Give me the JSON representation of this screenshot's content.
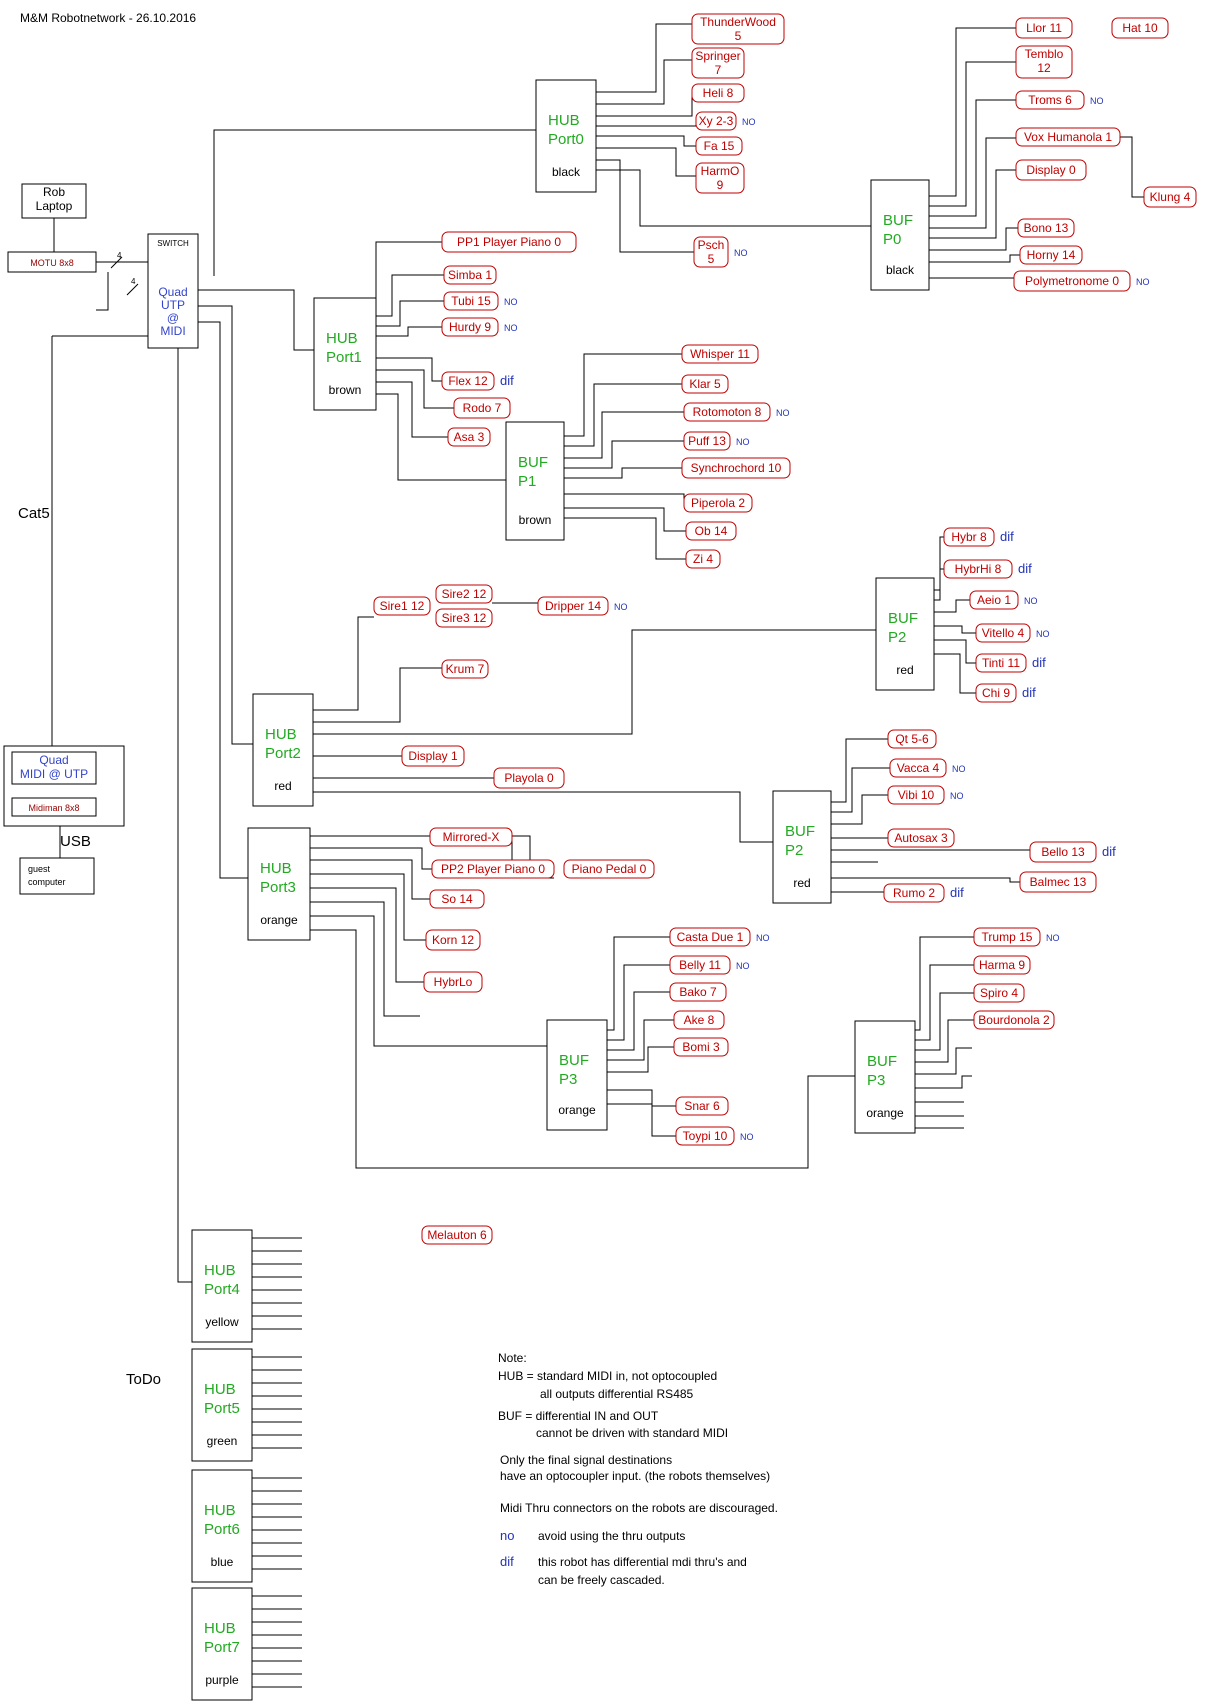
{
  "title": "M&M Robotnetwork -   26.10.2016",
  "devices": {
    "rob_laptop": "Rob\nLaptop",
    "motu": "MOTU 8x8",
    "switch_label": "SWITCH",
    "switch_name": "Quad\nUTP\n@\nMIDI",
    "quad_midi": "Quad\nMIDI @ UTP",
    "midiman": "Midiman 8x8",
    "guest": "guest\ncomputer",
    "cat5": "Cat5",
    "usb": "USB",
    "todo": "ToDo",
    "four_a": "4",
    "four_b": "4"
  },
  "hubs": [
    {
      "id": "hub0",
      "name": "HUB\nPort0",
      "color": "black"
    },
    {
      "id": "hub1",
      "name": "HUB\nPort1",
      "color": "brown"
    },
    {
      "id": "hub2",
      "name": "HUB\nPort2",
      "color": "red"
    },
    {
      "id": "hub3",
      "name": "HUB\nPort3",
      "color": "orange"
    },
    {
      "id": "hub4",
      "name": "HUB\nPort4",
      "color": "yellow"
    },
    {
      "id": "hub5",
      "name": "HUB\nPort5",
      "color": "green"
    },
    {
      "id": "hub6",
      "name": "HUB\nPort6",
      "color": "blue"
    },
    {
      "id": "hub7",
      "name": "HUB\nPort7",
      "color": "purple"
    }
  ],
  "bufs": [
    {
      "id": "bufp0",
      "name": "BUF\nP0",
      "color": "black"
    },
    {
      "id": "bufp1",
      "name": "BUF\nP1",
      "color": "brown"
    },
    {
      "id": "bufp2a",
      "name": "BUF\nP2",
      "color": "red"
    },
    {
      "id": "bufp2b",
      "name": "BUF\nP2",
      "color": "red"
    },
    {
      "id": "bufp3a",
      "name": "BUF\nP3",
      "color": "orange"
    },
    {
      "id": "bufp3b",
      "name": "BUF\nP3",
      "color": "orange"
    }
  ],
  "robots": [
    {
      "id": "thunderwood",
      "label": "ThunderWood\n5"
    },
    {
      "id": "springer",
      "label": "Springer\n7"
    },
    {
      "id": "heli",
      "label": "Heli 8"
    },
    {
      "id": "xy",
      "label": "Xy 2-3",
      "qual": "NO"
    },
    {
      "id": "fa",
      "label": "Fa 15"
    },
    {
      "id": "harmo",
      "label": "HarmO\n9"
    },
    {
      "id": "psch",
      "label": "Psch\n5",
      "qual": "NO"
    },
    {
      "id": "llor",
      "label": "Llor 11"
    },
    {
      "id": "hat",
      "label": "Hat 10"
    },
    {
      "id": "temblo",
      "label": "Temblo\n12"
    },
    {
      "id": "troms",
      "label": "Troms 6",
      "qual": "NO"
    },
    {
      "id": "vox",
      "label": "Vox Humanola 1"
    },
    {
      "id": "display0",
      "label": "Display 0"
    },
    {
      "id": "klung",
      "label": "Klung 4"
    },
    {
      "id": "bono",
      "label": "Bono 13"
    },
    {
      "id": "horny",
      "label": "Horny 14"
    },
    {
      "id": "polymetronome",
      "label": "Polymetronome 0",
      "qual": "NO"
    },
    {
      "id": "pp1",
      "label": "PP1 Player Piano 0"
    },
    {
      "id": "simba",
      "label": "Simba 1"
    },
    {
      "id": "tubi",
      "label": "Tubi 15",
      "qual": "NO"
    },
    {
      "id": "hurdy",
      "label": "Hurdy 9",
      "qual": "NO"
    },
    {
      "id": "flex",
      "label": "Flex 12",
      "qual": "dif"
    },
    {
      "id": "rodo",
      "label": "Rodo 7"
    },
    {
      "id": "asa",
      "label": "Asa 3"
    },
    {
      "id": "whisper",
      "label": "Whisper 11"
    },
    {
      "id": "klar",
      "label": "Klar 5"
    },
    {
      "id": "rotomoton",
      "label": "Rotomoton 8",
      "qual": "NO"
    },
    {
      "id": "puff",
      "label": "Puff 13",
      "qual": "NO"
    },
    {
      "id": "synchrochord",
      "label": "Synchrochord 10"
    },
    {
      "id": "piperola",
      "label": "Piperola 2"
    },
    {
      "id": "ob",
      "label": "Ob 14"
    },
    {
      "id": "zi",
      "label": "Zi 4"
    },
    {
      "id": "sire1",
      "label": "Sire1 12"
    },
    {
      "id": "sire2",
      "label": "Sire2 12"
    },
    {
      "id": "sire3",
      "label": "Sire3 12"
    },
    {
      "id": "dripper",
      "label": "Dripper 14",
      "qual": "NO"
    },
    {
      "id": "krum",
      "label": "Krum 7"
    },
    {
      "id": "display1",
      "label": "Display 1"
    },
    {
      "id": "playola",
      "label": "Playola 0"
    },
    {
      "id": "hybr",
      "label": "Hybr 8",
      "qual": "dif"
    },
    {
      "id": "hybrhi",
      "label": "HybrHi 8",
      "qual": "dif"
    },
    {
      "id": "aeio",
      "label": "Aeio 1",
      "qual": "NO"
    },
    {
      "id": "vitello",
      "label": "Vitello 4",
      "qual": "NO"
    },
    {
      "id": "tinti",
      "label": "Tinti 11",
      "qual": "dif"
    },
    {
      "id": "chi",
      "label": "Chi 9",
      "qual": "dif"
    },
    {
      "id": "qt",
      "label": "Qt 5-6"
    },
    {
      "id": "vacca",
      "label": "Vacca 4",
      "qual": "NO"
    },
    {
      "id": "vibi",
      "label": "Vibi 10",
      "qual": "NO"
    },
    {
      "id": "autosax",
      "label": "Autosax 3"
    },
    {
      "id": "bello",
      "label": "Bello 13",
      "qual": "dif"
    },
    {
      "id": "balmec",
      "label": "Balmec 13"
    },
    {
      "id": "rumo",
      "label": "Rumo 2",
      "qual": "dif"
    },
    {
      "id": "mirroredx",
      "label": "Mirrored-X"
    },
    {
      "id": "pp2",
      "label": "PP2 Player Piano 0"
    },
    {
      "id": "pianopedal",
      "label": "Piano Pedal 0"
    },
    {
      "id": "so",
      "label": "So 14"
    },
    {
      "id": "korn",
      "label": "Korn 12"
    },
    {
      "id": "hybrlo",
      "label": "HybrLo"
    },
    {
      "id": "castadue",
      "label": "Casta Due 1",
      "qual": "NO"
    },
    {
      "id": "belly",
      "label": "Belly 11",
      "qual": "NO"
    },
    {
      "id": "bako",
      "label": "Bako 7"
    },
    {
      "id": "ake",
      "label": "Ake 8"
    },
    {
      "id": "bomi",
      "label": "Bomi 3"
    },
    {
      "id": "snar",
      "label": "Snar 6"
    },
    {
      "id": "toypi",
      "label": "Toypi 10",
      "qual": "NO"
    },
    {
      "id": "trump",
      "label": "Trump 15",
      "qual": "NO"
    },
    {
      "id": "harma",
      "label": "Harma 9"
    },
    {
      "id": "spiro",
      "label": "Spiro 4"
    },
    {
      "id": "bourdonola",
      "label": "Bourdonola 2"
    },
    {
      "id": "melauton",
      "label": "Melauton 6"
    }
  ],
  "notes": [
    "Note:",
    "HUB = standard MIDI in, not optocoupled",
    "all outputs differential RS485",
    "BUF = differential IN and OUT",
    "cannot be driven with standard MIDI",
    "Only the final signal destinations",
    "have an optocoupler input. (the  robots themselves)",
    "Midi Thru connectors on the robots are discouraged.",
    "no",
    "avoid using the thru outputs",
    "dif",
    "this robot has differential mdi thru's and",
    "can be freely cascaded."
  ]
}
